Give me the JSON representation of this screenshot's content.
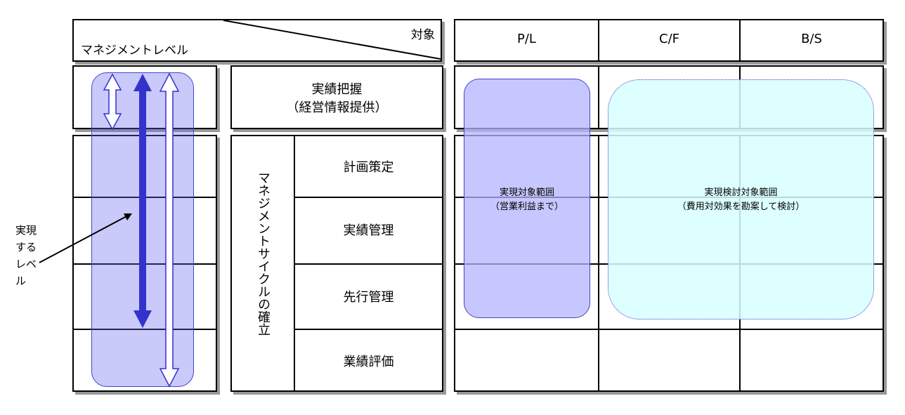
{
  "header": {
    "row_label": "マネジメントレベル",
    "col_label": "対象",
    "columns": [
      "P/L",
      "C/F",
      "B/S"
    ]
  },
  "rows": {
    "top": {
      "line1": "実績把握",
      "line2": "（経営情報提供）"
    },
    "cycle_label": "マネジメントサイクルの確立",
    "cycle_items": [
      "計画策定",
      "実績管理",
      "先行管理",
      "業績評価"
    ]
  },
  "annotations": {
    "level_label": "実現するレベル",
    "pl_scope": {
      "line1": "実現対象範囲",
      "line2": "（営業利益まで）"
    },
    "other_scope": {
      "line1": "実現検討対象範囲",
      "line2": "（費用対効果を勘案して検討）"
    }
  },
  "colors": {
    "level_band": "#6464f0",
    "arrow": "#3333cc",
    "pl_fill": "#ccccff",
    "other_fill": "#e0ffff"
  }
}
